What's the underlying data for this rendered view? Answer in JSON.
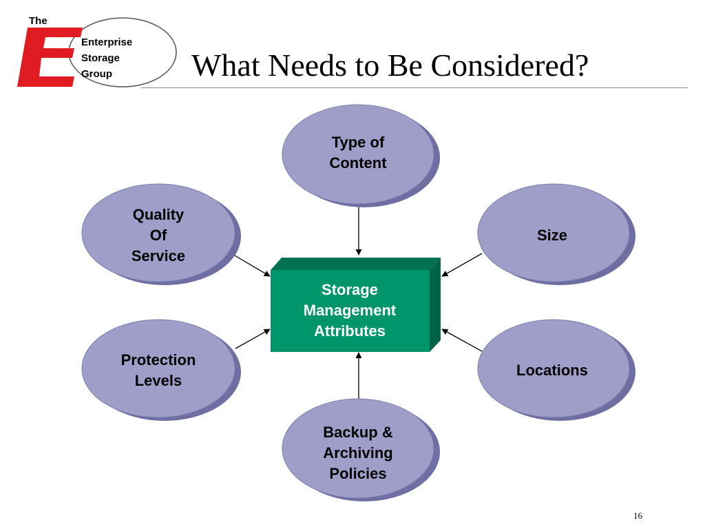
{
  "logo": {
    "the": "The",
    "letter": "E",
    "line1": "Enterprise",
    "line2": "Storage",
    "line3": "Group"
  },
  "slide": {
    "title": "What Needs to Be Considered?",
    "page_number": "16"
  },
  "diagram": {
    "center": "Storage\nManagement\nAttributes",
    "nodes": {
      "type_of_content": "Type of\nContent",
      "quality_of_service": "Quality\nOf\nService",
      "size": "Size",
      "protection_levels": "Protection\nLevels",
      "locations": "Locations",
      "backup_archiving": "Backup &\nArchiving\nPolicies"
    }
  },
  "colors": {
    "ellipse_fill": "#9e9ec9",
    "ellipse_shadow": "#6e6ea3",
    "center_front": "#00956b",
    "center_top": "#007251",
    "center_side": "#006347",
    "logo_red": "#e11b22"
  }
}
